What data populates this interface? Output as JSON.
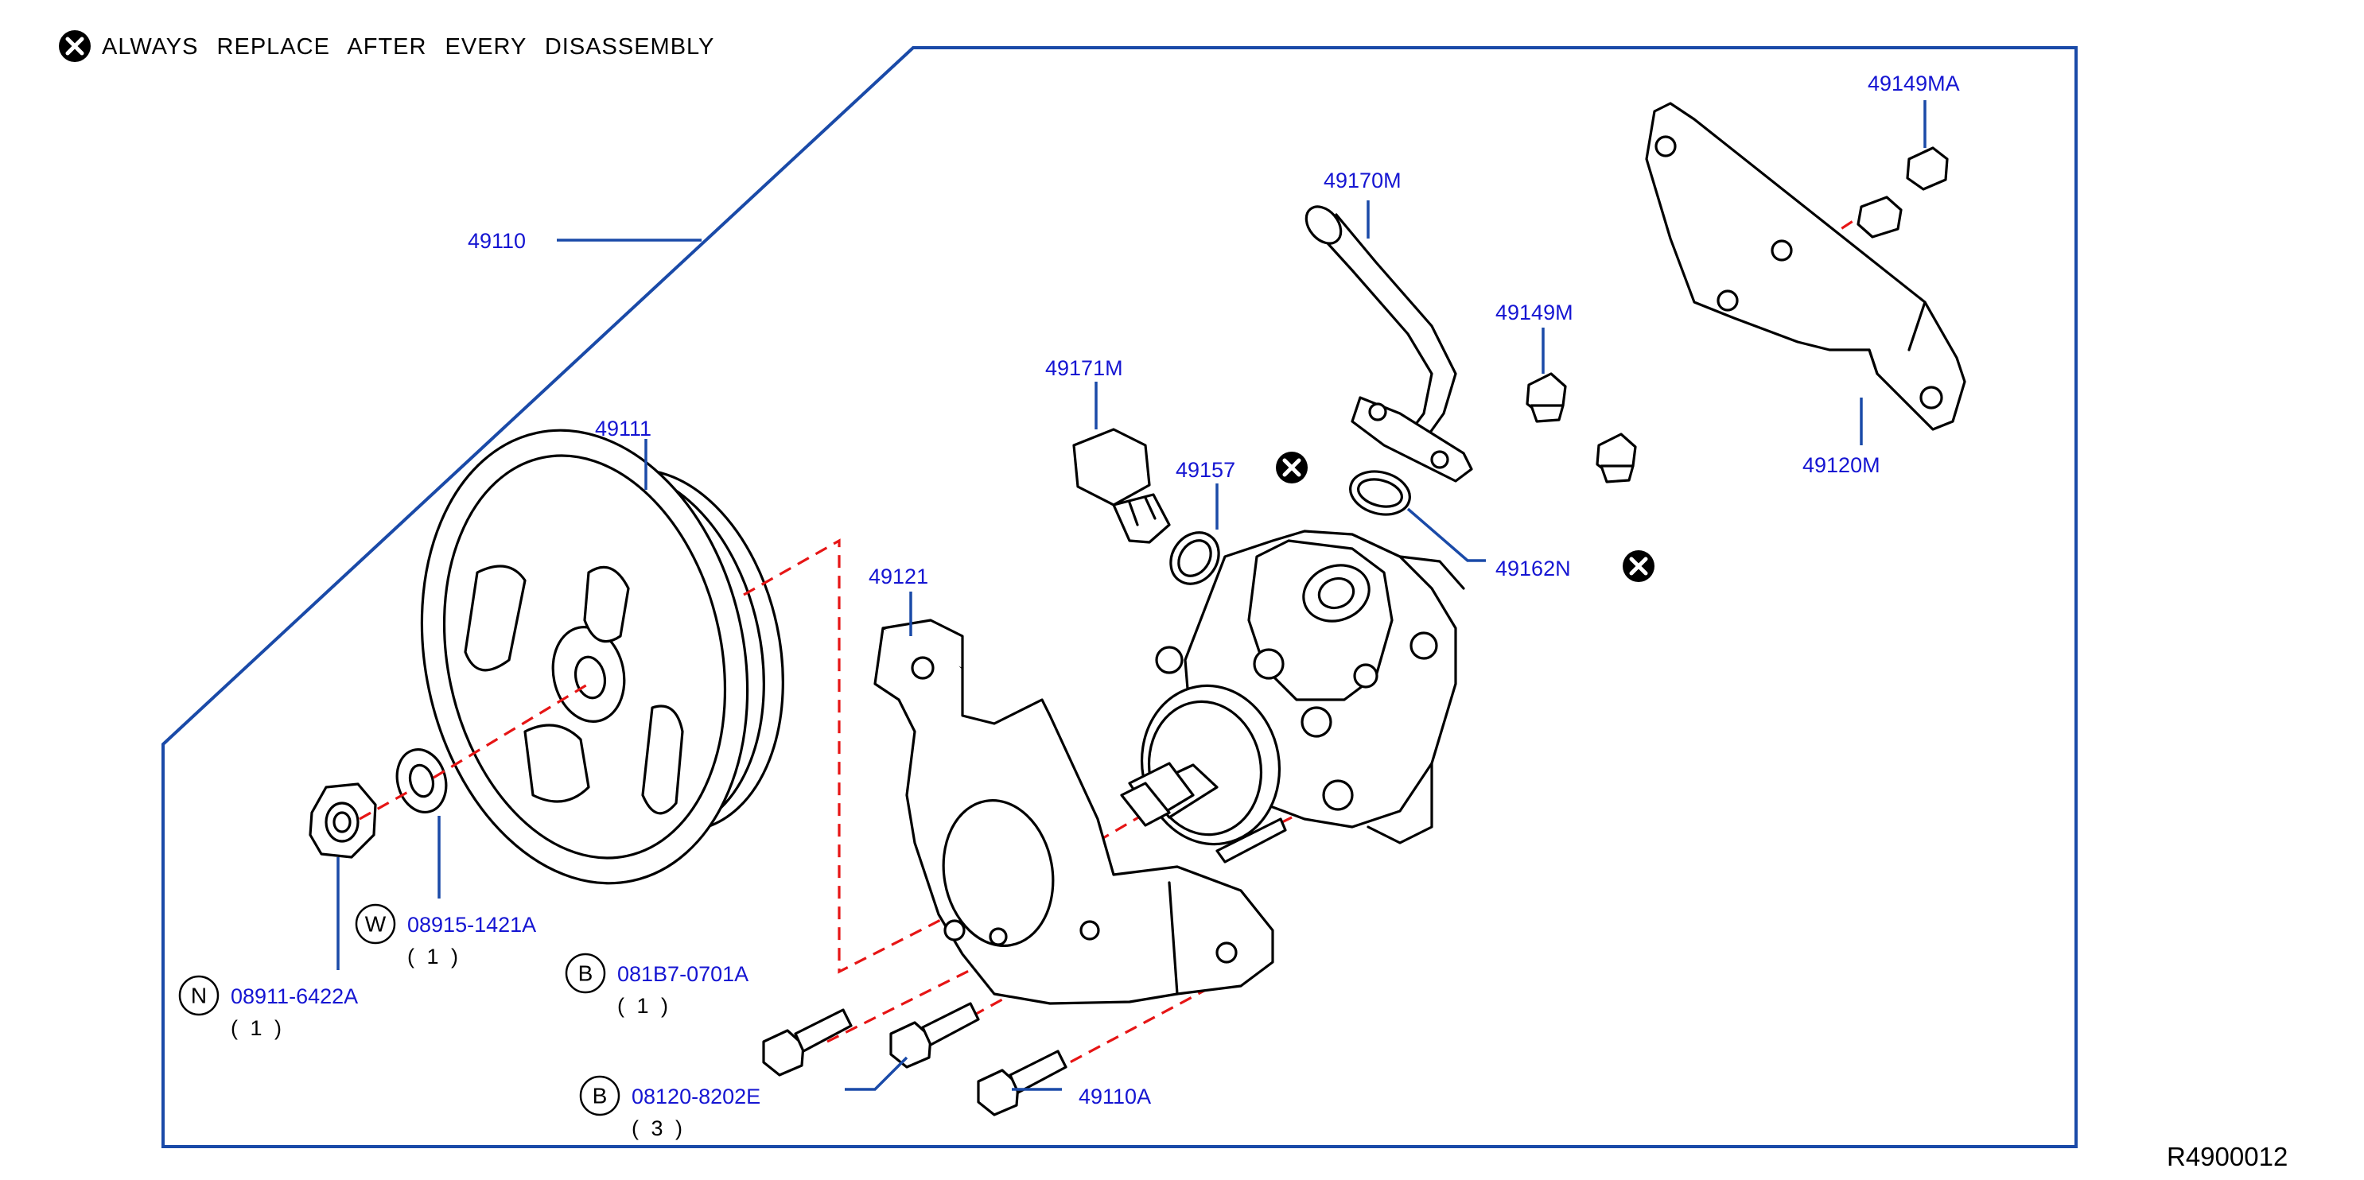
{
  "note": {
    "text": "ALWAYS REPLACE AFTER EVERY DISASSEMBLY",
    "icon": "x-circle-icon"
  },
  "reference_code": "R4900012",
  "colors": {
    "label": "#1515d2",
    "leader": "#1a4aa8",
    "dash": "#e61515",
    "line": "#000000"
  },
  "parts": {
    "p49110": "49110",
    "p49111": "49111",
    "p49121": "49121",
    "p49171m": "49171M",
    "p49157": "49157",
    "p49170m": "49170M",
    "p49149m": "49149M",
    "p49149ma": "49149MA",
    "p49120m": "49120M",
    "p49162n": "49162N",
    "p49110a": "49110A"
  },
  "fasteners": {
    "washer": {
      "symbol": "W",
      "part": "08915-1421A",
      "qty": "( 1 )"
    },
    "nut": {
      "symbol": "N",
      "part": "08911-6422A",
      "qty": "( 1 )"
    },
    "bolt_b1": {
      "symbol": "B",
      "part": "081B7-0701A",
      "qty": "( 1 )"
    },
    "bolt_b2": {
      "symbol": "B",
      "part": "08120-8202E",
      "qty": "( 3 )"
    }
  }
}
